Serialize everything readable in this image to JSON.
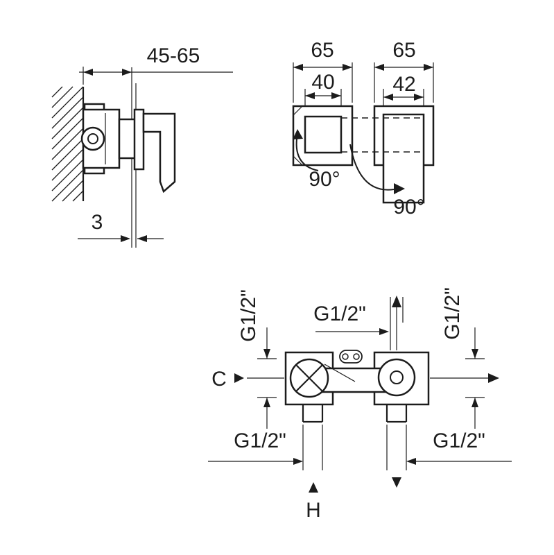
{
  "page": {
    "background": "#ffffff",
    "ink": "#1c1c1c",
    "kind": "technical-drawing"
  },
  "views": {
    "side": {
      "dims": {
        "mount_depth": "45-65",
        "wall_thickness": "3"
      }
    },
    "front": {
      "left": {
        "width": "65",
        "handle": "40",
        "rotation": "90°"
      },
      "right": {
        "width": "65",
        "handle": "42",
        "rotation": "90°"
      }
    },
    "plan": {
      "left_port": "G1/2\"",
      "top_port": "G1/2\"",
      "right_port": "G1/2\"",
      "bottom_left_port": "G1/2\"",
      "bottom_right_port": "G1/2\"",
      "center_axis": "C",
      "hot_inlet": "H"
    }
  }
}
